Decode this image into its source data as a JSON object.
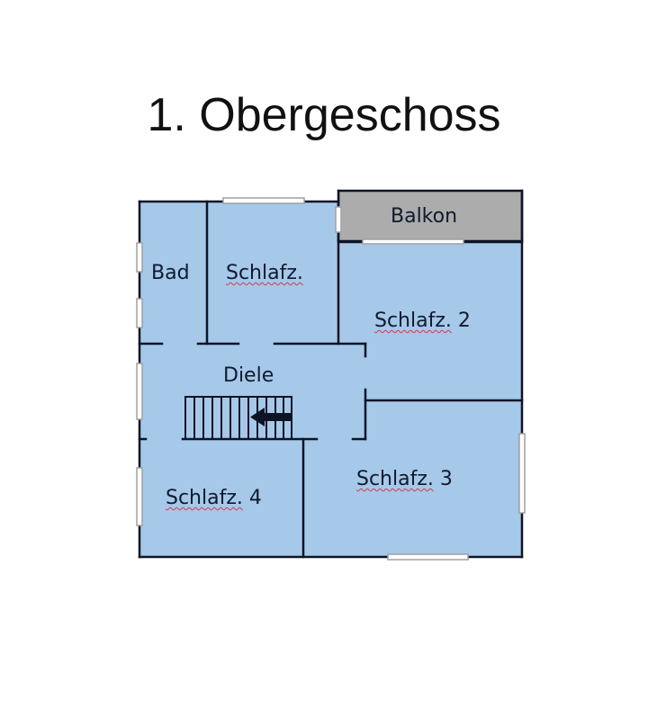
{
  "title": "1. Obergeschoss",
  "colors": {
    "room_fill": "#a6c8e9",
    "balcony_fill": "#acacac",
    "wall": "#0d1424",
    "window_fill": "#ffffff",
    "window_stroke": "#a0a0a0",
    "spellcheck_underline": "#d43a4a"
  },
  "rooms": {
    "bad": {
      "label": "Bad"
    },
    "schlafz1": {
      "label": "Schlafz."
    },
    "balkon": {
      "label": "Balkon"
    },
    "schlafz2": {
      "label_word": "Schlafz.",
      "label_num": " 2"
    },
    "diele": {
      "label": "Diele"
    },
    "schlafz3": {
      "label_word": "Schlafz.",
      "label_num": " 3"
    },
    "schlafz4": {
      "label_word": "Schlafz.",
      "label_num": " 4"
    }
  },
  "stairs": {
    "steps": 12,
    "direction": "left"
  }
}
